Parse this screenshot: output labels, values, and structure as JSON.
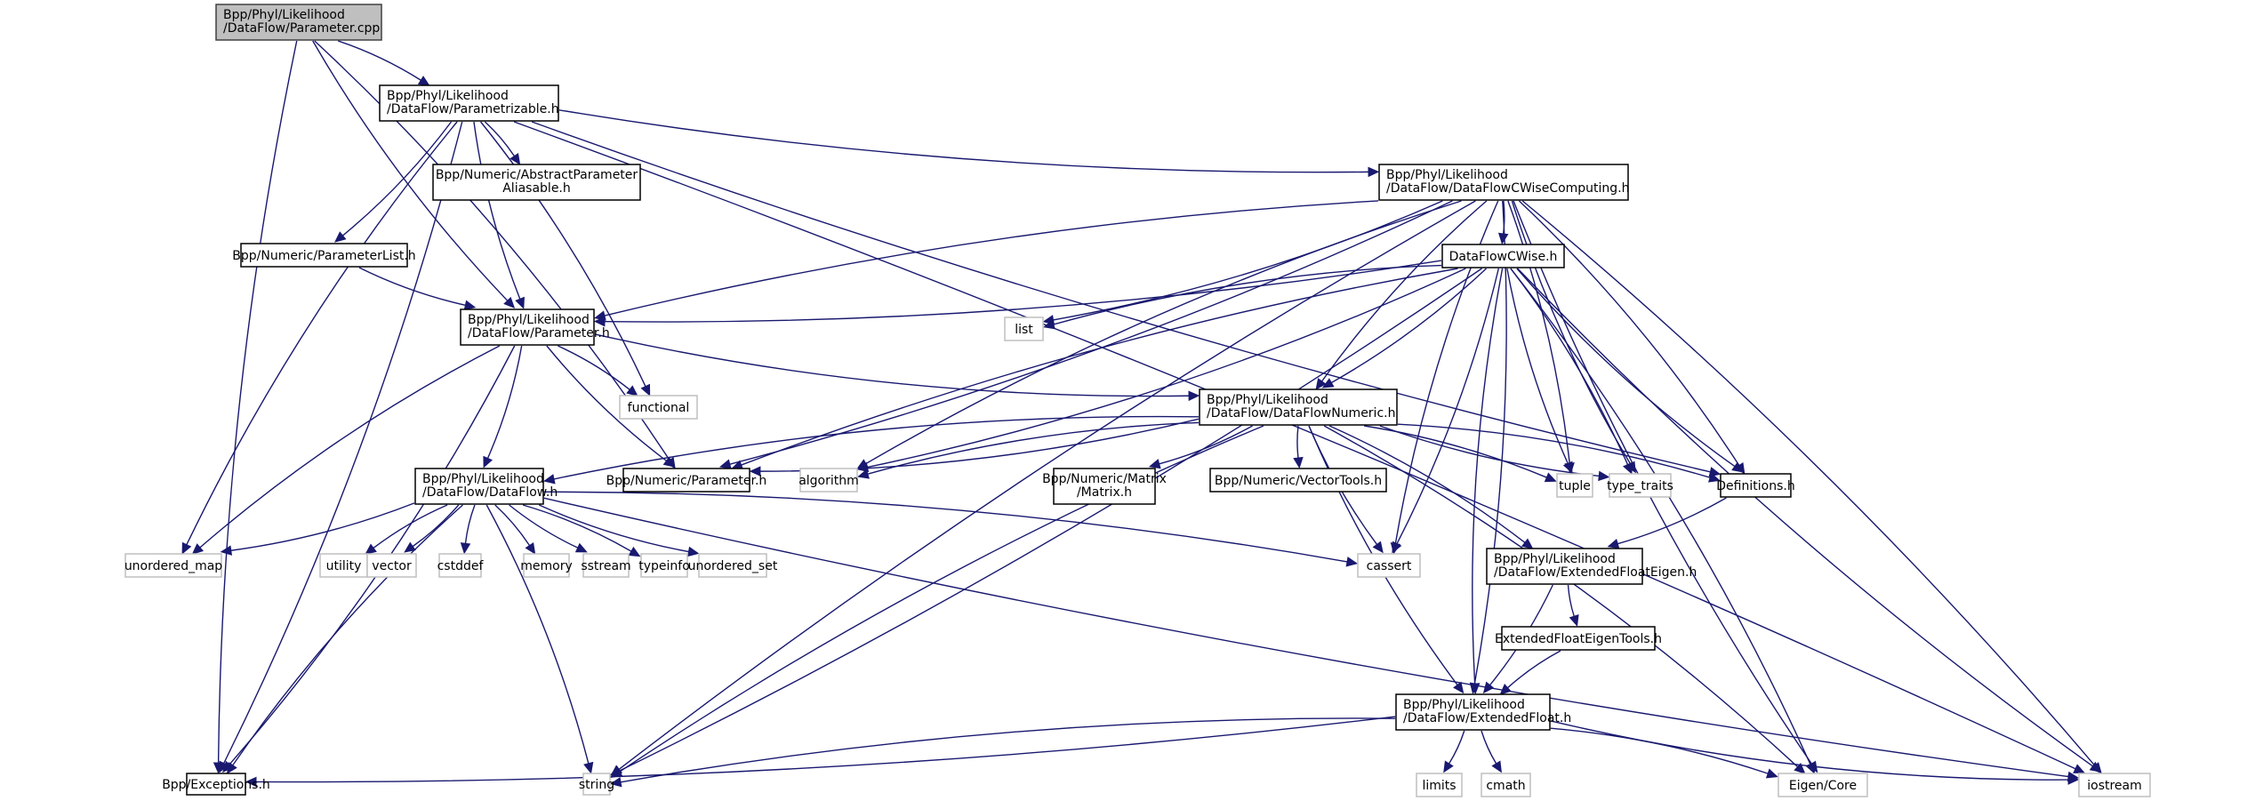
{
  "diagram": {
    "title": "Include dependency graph for Parameter.cpp",
    "colors": {
      "edge": "#191970",
      "root_fill": "#bfbfbf",
      "node_border": "#000000",
      "system_border": "#bfbfbf"
    },
    "nodes": [
      {
        "id": "cpp",
        "kind": "root",
        "lines": [
          "Bpp/Phyl/Likelihood",
          "/DataFlow/Parameter.cpp"
        ]
      },
      {
        "id": "parametrizable",
        "kind": "header",
        "lines": [
          "Bpp/Phyl/Likelihood",
          "/DataFlow/Parametrizable.h"
        ]
      },
      {
        "id": "abstractparam",
        "kind": "header",
        "lines": [
          "Bpp/Numeric/AbstractParameter",
          "Aliasable.h"
        ]
      },
      {
        "id": "cwisecomputing",
        "kind": "header",
        "lines": [
          "Bpp/Phyl/Likelihood",
          "/DataFlow/DataFlowCWiseComputing.h"
        ]
      },
      {
        "id": "paramlist",
        "kind": "header",
        "lines": [
          "Bpp/Numeric/ParameterList.h"
        ]
      },
      {
        "id": "dataflowcwise",
        "kind": "header",
        "lines": [
          "DataFlowCWise.h"
        ]
      },
      {
        "id": "parameterh",
        "kind": "header",
        "lines": [
          "Bpp/Phyl/Likelihood",
          "/DataFlow/Parameter.h"
        ]
      },
      {
        "id": "list",
        "kind": "system",
        "lines": [
          "list"
        ]
      },
      {
        "id": "functional",
        "kind": "system",
        "lines": [
          "functional"
        ]
      },
      {
        "id": "numeric",
        "kind": "header",
        "lines": [
          "Bpp/Phyl/Likelihood",
          "/DataFlow/DataFlowNumeric.h"
        ]
      },
      {
        "id": "dataflow",
        "kind": "header",
        "lines": [
          "Bpp/Phyl/Likelihood",
          "/DataFlow/DataFlow.h"
        ]
      },
      {
        "id": "numparam",
        "kind": "header",
        "lines": [
          "Bpp/Numeric/Parameter.h"
        ]
      },
      {
        "id": "algorithm",
        "kind": "system",
        "lines": [
          "algorithm"
        ]
      },
      {
        "id": "matrix",
        "kind": "header",
        "lines": [
          "Bpp/Numeric/Matrix",
          "/Matrix.h"
        ]
      },
      {
        "id": "vectortools",
        "kind": "header",
        "lines": [
          "Bpp/Numeric/VectorTools.h"
        ]
      },
      {
        "id": "tuple",
        "kind": "system",
        "lines": [
          "tuple"
        ]
      },
      {
        "id": "typetraits",
        "kind": "system",
        "lines": [
          "type_traits"
        ]
      },
      {
        "id": "definitions",
        "kind": "header",
        "lines": [
          "Definitions.h"
        ]
      },
      {
        "id": "unorderedmap",
        "kind": "system",
        "lines": [
          "unordered_map"
        ]
      },
      {
        "id": "utility",
        "kind": "system",
        "lines": [
          "utility"
        ]
      },
      {
        "id": "vector",
        "kind": "system",
        "lines": [
          "vector"
        ]
      },
      {
        "id": "cstddef",
        "kind": "system",
        "lines": [
          "cstddef"
        ]
      },
      {
        "id": "memory",
        "kind": "system",
        "lines": [
          "memory"
        ]
      },
      {
        "id": "sstream",
        "kind": "system",
        "lines": [
          "sstream"
        ]
      },
      {
        "id": "typeinfo",
        "kind": "system",
        "lines": [
          "typeinfo"
        ]
      },
      {
        "id": "unorderedset",
        "kind": "system",
        "lines": [
          "unordered_set"
        ]
      },
      {
        "id": "cassert",
        "kind": "system",
        "lines": [
          "cassert"
        ]
      },
      {
        "id": "efeigen",
        "kind": "header",
        "lines": [
          "Bpp/Phyl/Likelihood",
          "/DataFlow/ExtendedFloatEigen.h"
        ]
      },
      {
        "id": "efeigentools",
        "kind": "header",
        "lines": [
          "ExtendedFloatEigenTools.h"
        ]
      },
      {
        "id": "extfloat",
        "kind": "header",
        "lines": [
          "Bpp/Phyl/Likelihood",
          "/DataFlow/ExtendedFloat.h"
        ]
      },
      {
        "id": "exceptions",
        "kind": "header",
        "lines": [
          "Bpp/Exceptions.h"
        ]
      },
      {
        "id": "string",
        "kind": "system",
        "lines": [
          "string"
        ]
      },
      {
        "id": "limits",
        "kind": "system",
        "lines": [
          "limits"
        ]
      },
      {
        "id": "cmath",
        "kind": "system",
        "lines": [
          "cmath"
        ]
      },
      {
        "id": "eigencore",
        "kind": "system",
        "lines": [
          "Eigen/Core"
        ]
      },
      {
        "id": "iostream",
        "kind": "system",
        "lines": [
          "iostream"
        ]
      }
    ],
    "edges": [
      [
        "cpp",
        "parametrizable"
      ],
      [
        "cpp",
        "parameterh"
      ],
      [
        "cpp",
        "numparam"
      ],
      [
        "cpp",
        "exceptions"
      ],
      [
        "parametrizable",
        "abstractparam"
      ],
      [
        "parametrizable",
        "cwisecomputing"
      ],
      [
        "parametrizable",
        "paramlist"
      ],
      [
        "parametrizable",
        "parameterh"
      ],
      [
        "parametrizable",
        "functional"
      ],
      [
        "parametrizable",
        "unorderedmap"
      ],
      [
        "parametrizable",
        "exceptions"
      ],
      [
        "parametrizable",
        "definitions"
      ],
      [
        "parametrizable",
        "iostream"
      ],
      [
        "paramlist",
        "parameterh"
      ],
      [
        "cwisecomputing",
        "dataflowcwise"
      ],
      [
        "cwisecomputing",
        "parameterh"
      ],
      [
        "cwisecomputing",
        "list"
      ],
      [
        "cwisecomputing",
        "numeric"
      ],
      [
        "cwisecomputing",
        "numparam"
      ],
      [
        "cwisecomputing",
        "algorithm"
      ],
      [
        "cwisecomputing",
        "tuple"
      ],
      [
        "cwisecomputing",
        "typetraits"
      ],
      [
        "cwisecomputing",
        "definitions"
      ],
      [
        "cwisecomputing",
        "cassert"
      ],
      [
        "cwisecomputing",
        "extfloat"
      ],
      [
        "cwisecomputing",
        "eigencore"
      ],
      [
        "cwisecomputing",
        "iostream"
      ],
      [
        "cwisecomputing",
        "string"
      ],
      [
        "dataflowcwise",
        "parameterh"
      ],
      [
        "dataflowcwise",
        "list"
      ],
      [
        "dataflowcwise",
        "numeric"
      ],
      [
        "dataflowcwise",
        "numparam"
      ],
      [
        "dataflowcwise",
        "algorithm"
      ],
      [
        "dataflowcwise",
        "tuple"
      ],
      [
        "dataflowcwise",
        "typetraits"
      ],
      [
        "dataflowcwise",
        "definitions"
      ],
      [
        "dataflowcwise",
        "cassert"
      ],
      [
        "dataflowcwise",
        "extfloat"
      ],
      [
        "dataflowcwise",
        "eigencore"
      ],
      [
        "dataflowcwise",
        "iostream"
      ],
      [
        "dataflowcwise",
        "string"
      ],
      [
        "parameterh",
        "numeric"
      ],
      [
        "parameterh",
        "dataflow"
      ],
      [
        "parameterh",
        "numparam"
      ],
      [
        "parameterh",
        "functional"
      ],
      [
        "parameterh",
        "unorderedmap"
      ],
      [
        "parameterh",
        "exceptions"
      ],
      [
        "numeric",
        "dataflow"
      ],
      [
        "numeric",
        "numparam"
      ],
      [
        "numeric",
        "algorithm"
      ],
      [
        "numeric",
        "matrix"
      ],
      [
        "numeric",
        "vectortools"
      ],
      [
        "numeric",
        "tuple"
      ],
      [
        "numeric",
        "typetraits"
      ],
      [
        "numeric",
        "definitions"
      ],
      [
        "numeric",
        "cassert"
      ],
      [
        "numeric",
        "efeigen"
      ],
      [
        "numeric",
        "extfloat"
      ],
      [
        "numeric",
        "eigencore"
      ],
      [
        "numeric",
        "string"
      ],
      [
        "dataflow",
        "unorderedmap"
      ],
      [
        "dataflow",
        "utility"
      ],
      [
        "dataflow",
        "vector"
      ],
      [
        "dataflow",
        "cstddef"
      ],
      [
        "dataflow",
        "memory"
      ],
      [
        "dataflow",
        "sstream"
      ],
      [
        "dataflow",
        "typeinfo"
      ],
      [
        "dataflow",
        "unorderedset"
      ],
      [
        "dataflow",
        "cassert"
      ],
      [
        "dataflow",
        "exceptions"
      ],
      [
        "dataflow",
        "string"
      ],
      [
        "dataflow",
        "iostream"
      ],
      [
        "definitions",
        "efeigen"
      ],
      [
        "efeigen",
        "efeigentools"
      ],
      [
        "efeigen",
        "extfloat"
      ],
      [
        "efeigentools",
        "extfloat"
      ],
      [
        "extfloat",
        "exceptions"
      ],
      [
        "extfloat",
        "string"
      ],
      [
        "extfloat",
        "limits"
      ],
      [
        "extfloat",
        "cmath"
      ],
      [
        "extfloat",
        "eigencore"
      ],
      [
        "extfloat",
        "iostream"
      ]
    ]
  }
}
